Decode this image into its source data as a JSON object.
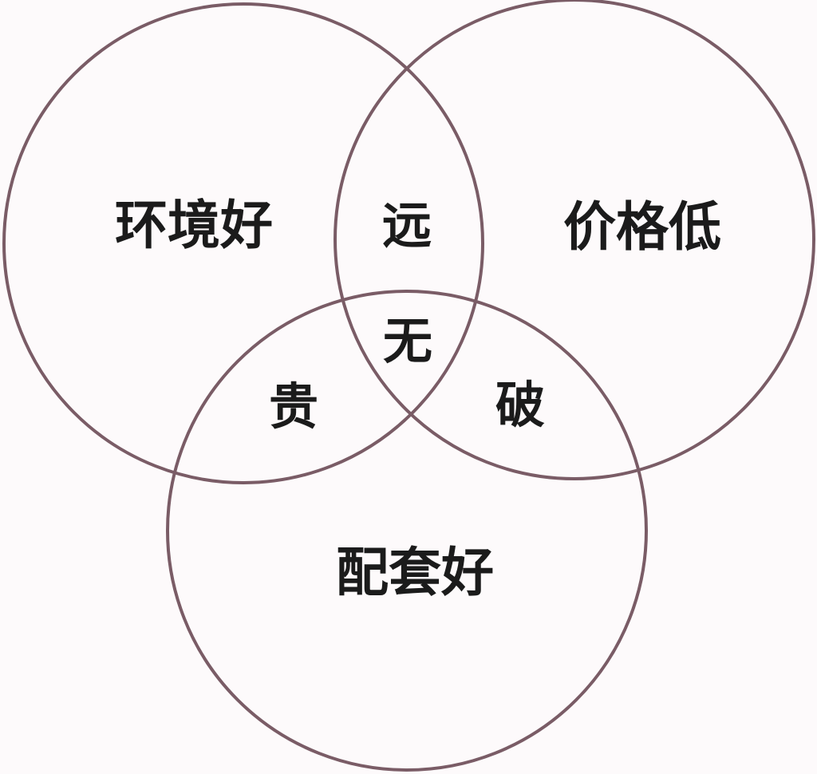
{
  "diagram": {
    "type": "venn",
    "colors": {
      "circle_stroke": "#7a5c66",
      "background": "#fdfafb",
      "text": "#1b1b1b"
    },
    "sets": {
      "left": "环境好",
      "right": "价格低",
      "bottom": "配套好"
    },
    "intersections": {
      "left_right": "远",
      "left_bottom": "贵",
      "right_bottom": "破",
      "all": "无"
    }
  }
}
